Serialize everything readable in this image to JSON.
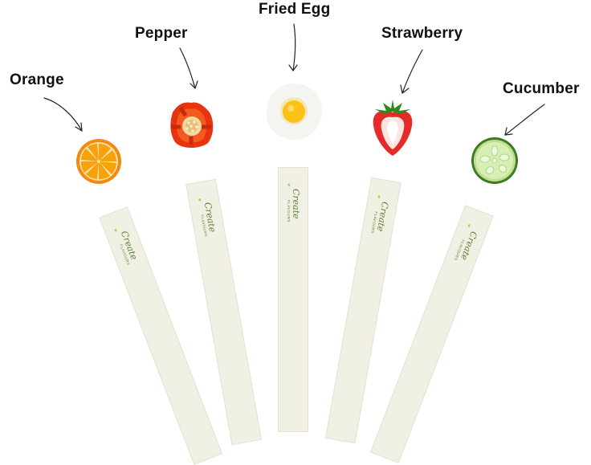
{
  "items": [
    {
      "name": "Orange"
    },
    {
      "name": "Pepper"
    },
    {
      "name": "Fried Egg"
    },
    {
      "name": "Strawberry"
    },
    {
      "name": "Cucumber"
    }
  ],
  "brand": {
    "word": "Create",
    "sub": "FLAVOURS"
  },
  "colors": {
    "strip": "#f1f0e4",
    "brand_green": "#5f7f2e",
    "leaf": "#b9cf3a"
  }
}
